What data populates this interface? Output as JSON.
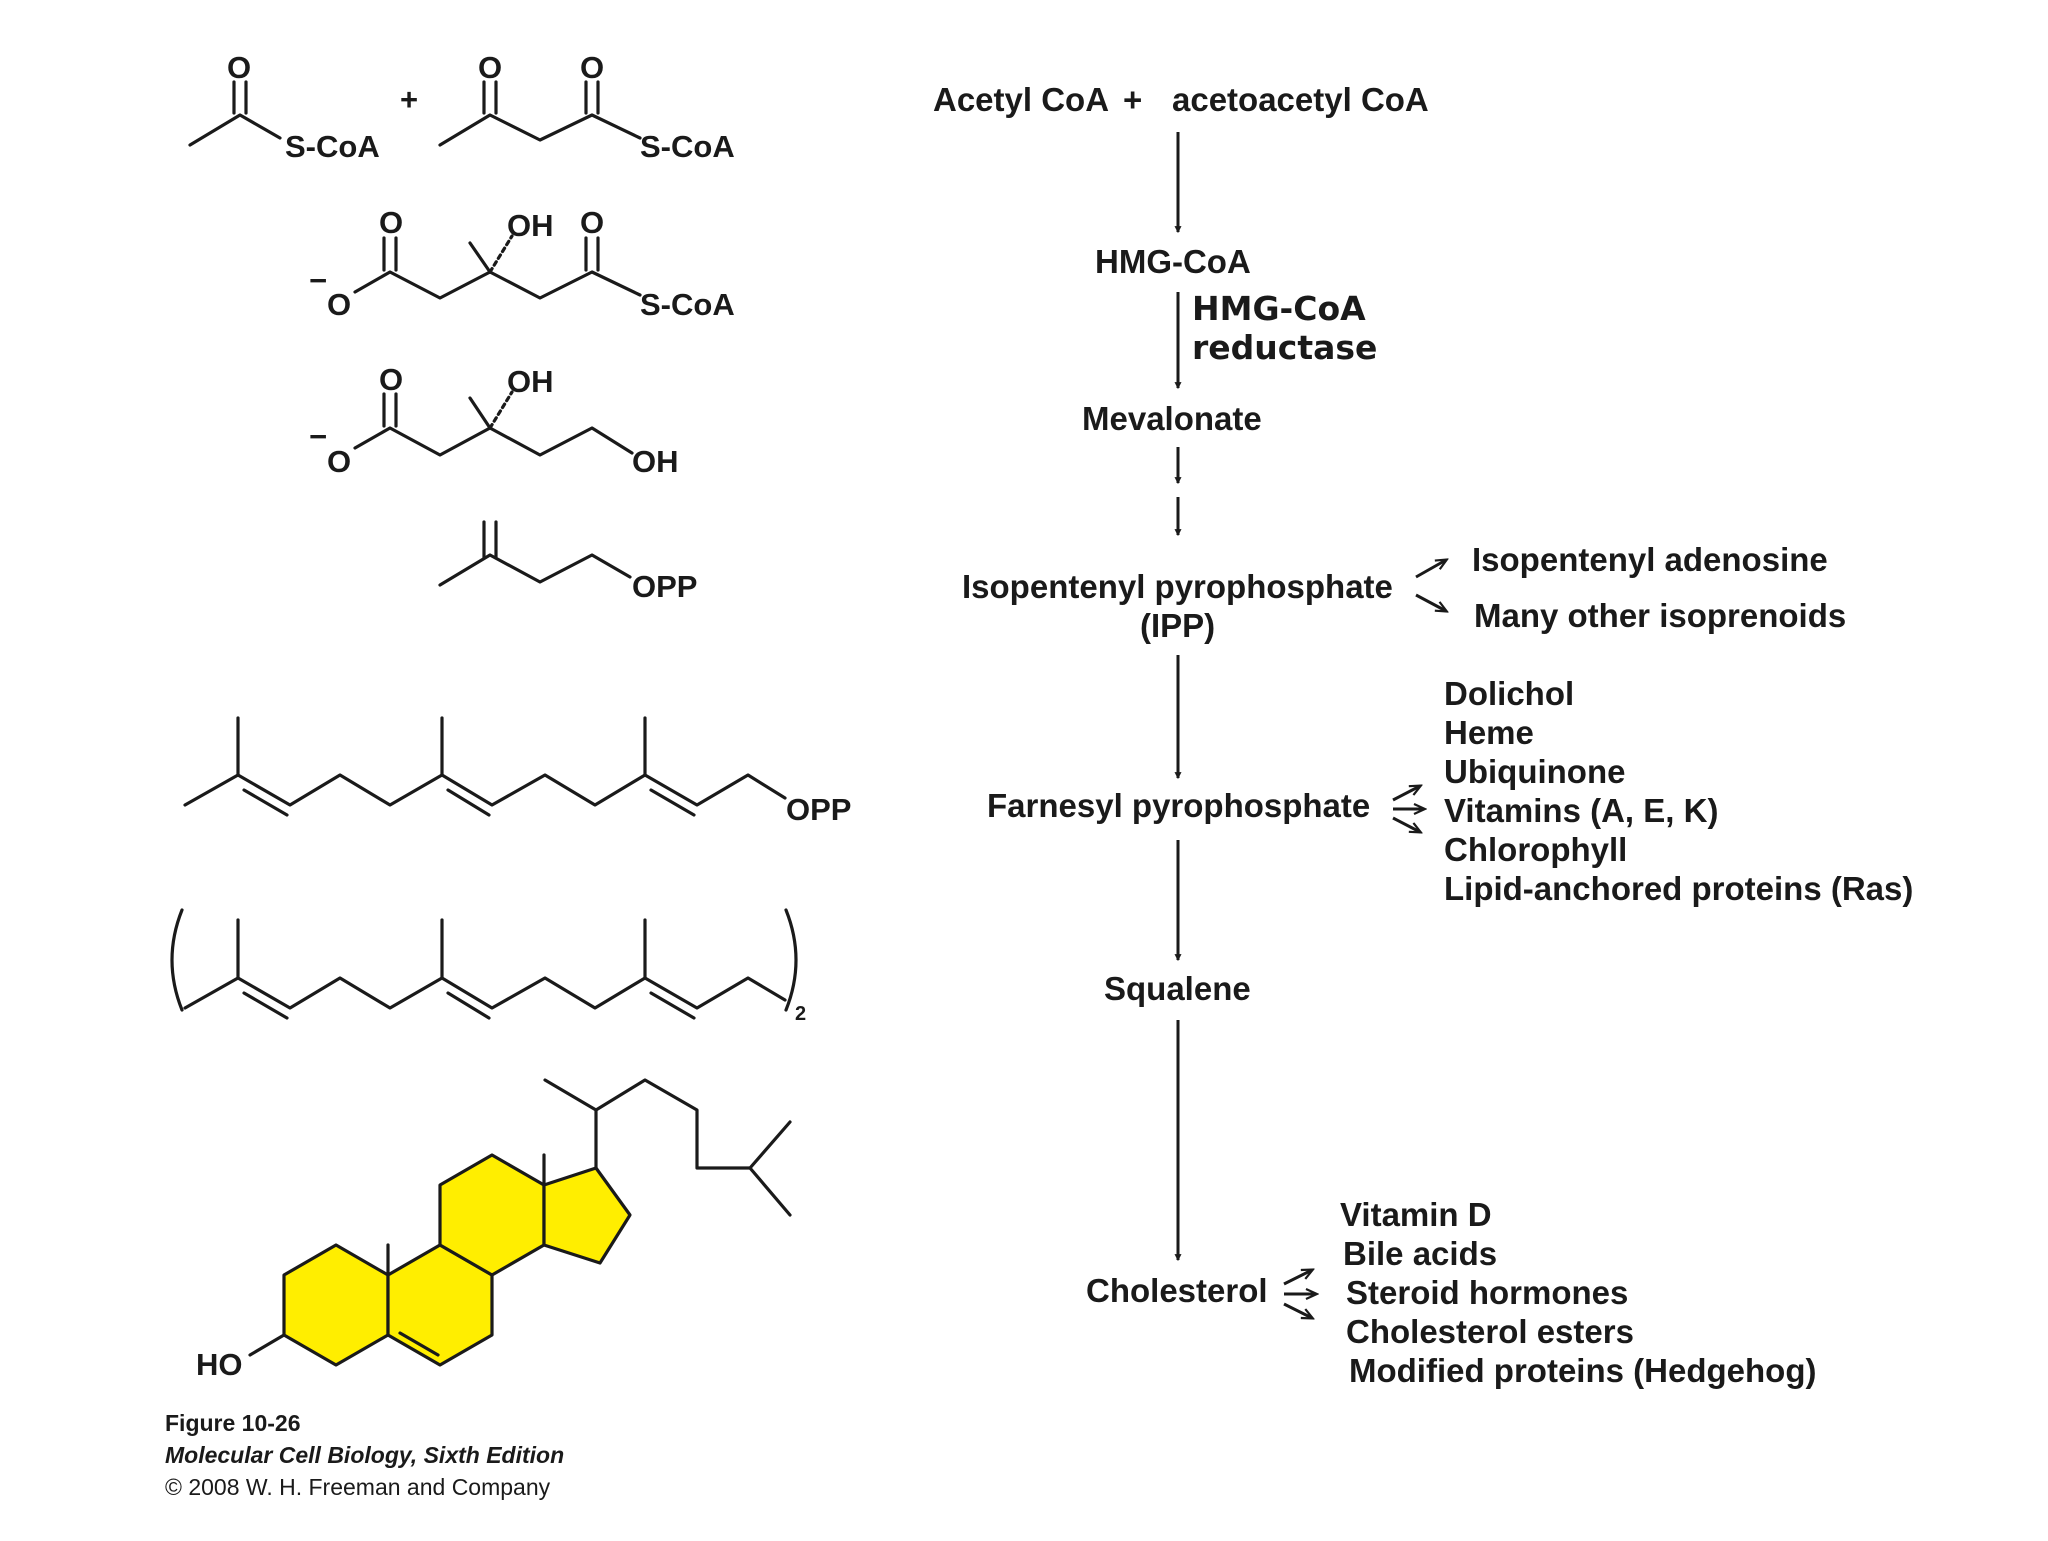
{
  "structures": {
    "s_coa_1": "S-CoA",
    "s_coa_2": "S-CoA",
    "s_coa_3": "S-CoA",
    "o_label": "O",
    "oh_label": "OH",
    "anion_o": "O",
    "minus": "−",
    "plus": "+",
    "opp_1": "OPP",
    "opp_2": "OPP",
    "subscript_2": "2",
    "ho_label": "HO",
    "ring_fill": "#ffee00"
  },
  "pathway": {
    "step1_left": "Acetyl CoA",
    "step1_plus": "+",
    "step1_right": "acetoacetyl CoA",
    "hmg_coa": "HMG-CoA",
    "enzyme_line1": "HMG-CoA",
    "enzyme_line2": "reductase",
    "mevalonate": "Mevalonate",
    "ipp_line1": "Isopentenyl pyrophosphate",
    "ipp_line2": "(IPP)",
    "ipp_products": [
      "Isopentenyl adenosine",
      "Many other isoprenoids"
    ],
    "farnesyl": "Farnesyl pyrophosphate",
    "farnesyl_products": [
      "Dolichol",
      "Heme",
      "Ubiquinone",
      "Vitamins (A, E, K)",
      "Chlorophyll",
      "Lipid-anchored proteins (Ras)"
    ],
    "squalene": "Squalene",
    "cholesterol": "Cholesterol",
    "cholesterol_products": [
      "Vitamin D",
      "Bile acids",
      "Steroid hormones",
      "Cholesterol esters",
      "Modified proteins (Hedgehog)"
    ]
  },
  "caption": {
    "figure": "Figure 10-26",
    "book": "Molecular Cell Biology, Sixth Edition",
    "copyright": "© 2008 W. H. Freeman and Company"
  }
}
